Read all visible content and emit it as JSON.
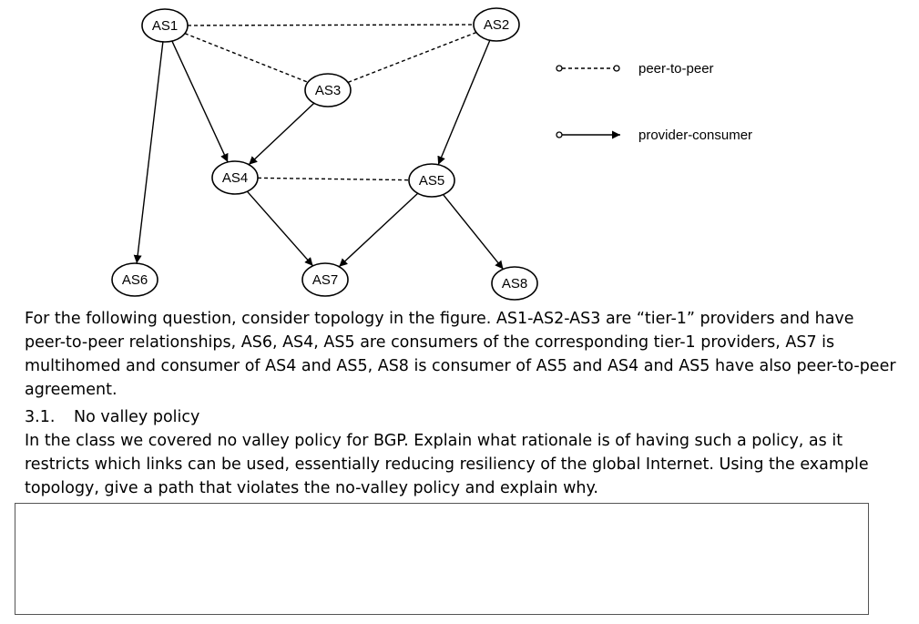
{
  "diagram": {
    "nodes": [
      {
        "id": "AS1",
        "label": "AS1"
      },
      {
        "id": "AS2",
        "label": "AS2"
      },
      {
        "id": "AS3",
        "label": "AS3"
      },
      {
        "id": "AS4",
        "label": "AS4"
      },
      {
        "id": "AS5",
        "label": "AS5"
      },
      {
        "id": "AS6",
        "label": "AS6"
      },
      {
        "id": "AS7",
        "label": "AS7"
      },
      {
        "id": "AS8",
        "label": "AS8"
      }
    ],
    "peer_links": [
      [
        "AS1",
        "AS2"
      ],
      [
        "AS1",
        "AS3"
      ],
      [
        "AS2",
        "AS3"
      ],
      [
        "AS4",
        "AS5"
      ]
    ],
    "provider_consumer_links": [
      [
        "AS1",
        "AS6"
      ],
      [
        "AS1",
        "AS4"
      ],
      [
        "AS3",
        "AS4"
      ],
      [
        "AS2",
        "AS5"
      ],
      [
        "AS4",
        "AS7"
      ],
      [
        "AS5",
        "AS7"
      ],
      [
        "AS5",
        "AS8"
      ]
    ],
    "legend": {
      "peer": "peer-to-peer",
      "provider": "provider-consumer"
    }
  },
  "text": {
    "paragraph": "For the following question, consider topology in the figure. AS1-AS2-AS3 are “tier-1” providers and have peer-to-peer relationships, AS6, AS4, AS5 are consumers of the corresponding tier-1 providers, AS7 is multihomed and consumer of AS4 and AS5, AS8 is consumer of AS5 and AS4 and AS5 have also peer-to-peer agreement.",
    "section_number": "3.1.",
    "section_title": "No valley policy",
    "question": "In the class we covered no valley policy for BGP.  Explain what rationale is of having such a policy, as it restricts which links can be used, essentially reducing resiliency of the global Internet. Using the example topology, give a path that violates the no-valley policy and explain why."
  }
}
